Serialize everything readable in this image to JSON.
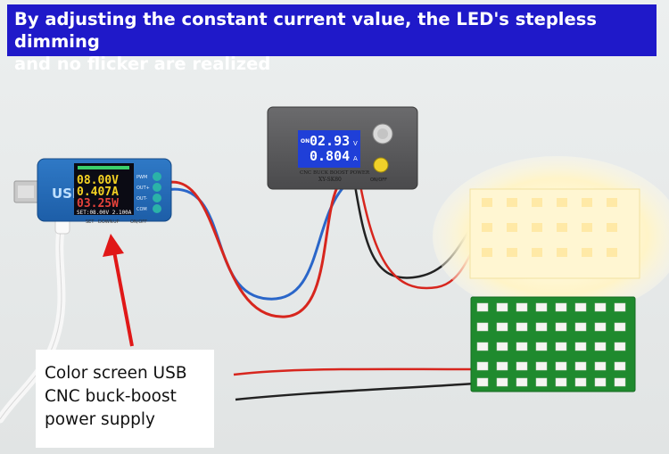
{
  "banner": {
    "line1": "By adjusting the constant current value, the LED's stepless dimming",
    "line2": "and no flicker are realized"
  },
  "callout": {
    "line1": "Color screen USB",
    "line2": "CNC buck-boost",
    "line3": "power supply"
  },
  "usb_meter": {
    "voltage": "08.00V",
    "current": "0.407A",
    "power": "03.25W",
    "setting": "SET:08.00V 2.100A",
    "side_labels": [
      "PWM",
      "OUT+",
      "OUT-",
      "COM"
    ],
    "button_labels": [
      "SET",
      "DOWN",
      "UP",
      "ON/OFF"
    ]
  },
  "cnc_module": {
    "voltage_digits": "02.93",
    "voltage_unit": "V",
    "current_digits": "0.804",
    "current_unit": "A",
    "on_label": "ON",
    "caption": "CNC BUCK BOOST POWER",
    "model": "XY-SK80",
    "switch_label": "ON/OFF"
  },
  "colors": {
    "banner_bg": "#1f19c9",
    "arrow": "#e01818",
    "wire_red": "#d7261e",
    "wire_blue": "#2a66c9",
    "pcb_green": "#1f8a2e",
    "lcd_blue": "#1f3fd8"
  }
}
